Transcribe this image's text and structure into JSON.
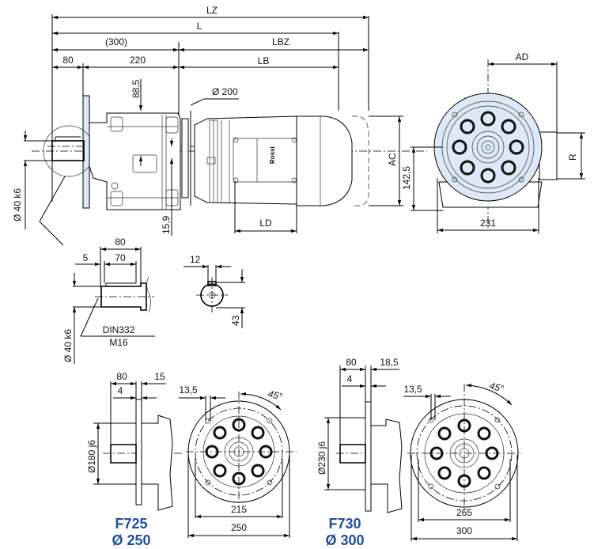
{
  "drawing": {
    "accent_color": "#1f4ea3",
    "top_dimensions": {
      "lz": "LZ",
      "l": "L",
      "d300": "(300)",
      "lbz": "LBZ",
      "d80": "80",
      "d220": "220",
      "lb": "LB"
    },
    "side_view": {
      "d88_5": "88,5",
      "dia200": "Ø 200",
      "d15_9": "15,9",
      "ld": "LD",
      "shaft_dia": "Ø 40 k6",
      "ac": "AC",
      "brand_mark": "Rossi"
    },
    "front_view": {
      "ad": "AD",
      "r": "R",
      "ac": "AC",
      "d142_5": "142,5",
      "d231": "231"
    },
    "shaft_detail": {
      "d80": "80",
      "d5": "5",
      "d70": "70",
      "din": "DIN332",
      "thread": "M16",
      "shaft_dia": "Ø 40 k6",
      "key_width": "12",
      "key_height": "43"
    },
    "flanges": [
      {
        "name": "F725",
        "diameter_label": "Ø 250",
        "d80": "80",
        "d4": "4",
        "thickness": "15",
        "spigot": "Ø180 j6",
        "hole": "13,5",
        "angle": "45°",
        "pcd": "215",
        "outer": "250"
      },
      {
        "name": "F730",
        "diameter_label": "Ø 300",
        "d80": "80",
        "d4": "4",
        "thickness": "18,5",
        "spigot": "Ø230 j6",
        "hole": "13,5",
        "angle": "45°",
        "pcd": "265",
        "outer": "300"
      }
    ]
  }
}
